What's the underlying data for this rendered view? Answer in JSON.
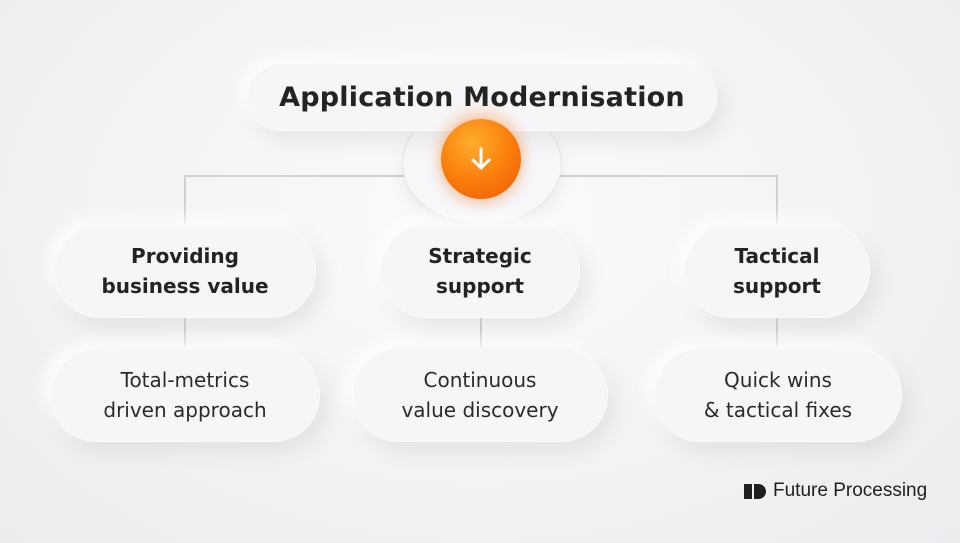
{
  "title": "Application Modernisation",
  "branches": [
    {
      "heading": "Providing\nbusiness value",
      "detail": "Total-metrics\ndriven approach"
    },
    {
      "heading": "Strategic\nsupport",
      "detail": "Continuous\nvalue discovery"
    },
    {
      "heading": "Tactical\nsupport",
      "detail": "Quick wins\n& tactical fixes"
    }
  ],
  "logo": {
    "text": "Future Processing"
  },
  "colors": {
    "accent": "#fb7a0a",
    "connector": "#cfd0d4",
    "text": "#232323"
  },
  "icons": {
    "center": "arrow-down-icon",
    "logo": "future-processing-logo-icon"
  }
}
